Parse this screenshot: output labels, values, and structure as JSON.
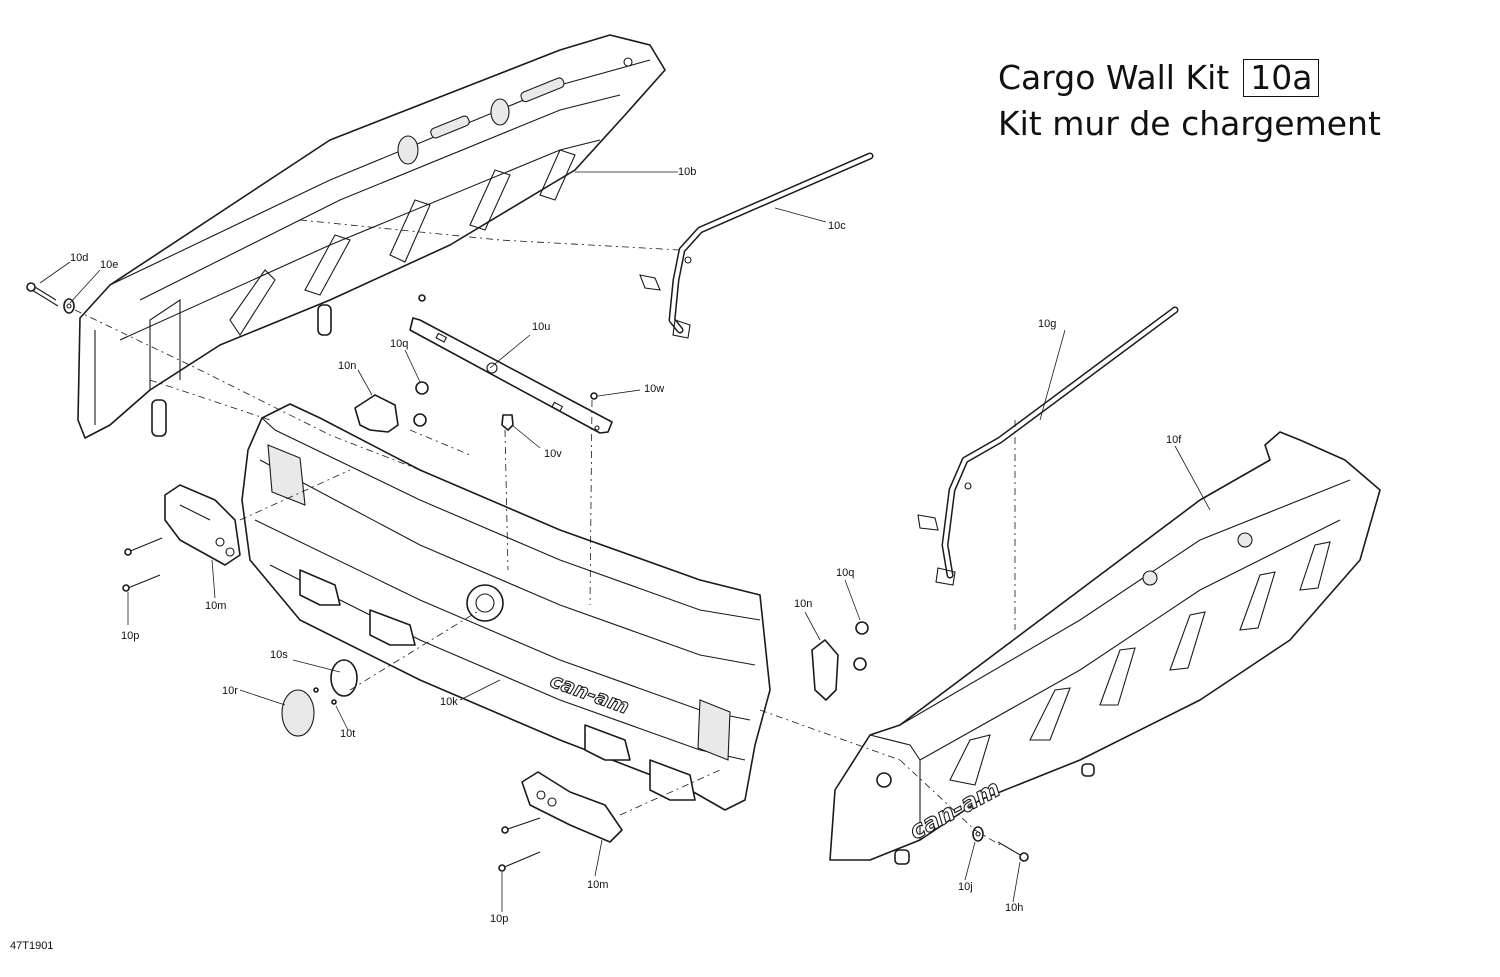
{
  "title": {
    "line1": "Cargo Wall Kit",
    "kit_ref": "10a",
    "line2": "Kit mur de chargement"
  },
  "brand_marking": "can-am",
  "document_code": "47T1901",
  "callouts": [
    {
      "id": "10b",
      "label": "10b"
    },
    {
      "id": "10c",
      "label": "10c"
    },
    {
      "id": "10d",
      "label": "10d"
    },
    {
      "id": "10e",
      "label": "10e"
    },
    {
      "id": "10u",
      "label": "10u"
    },
    {
      "id": "10q-left",
      "label": "10q"
    },
    {
      "id": "10n-left",
      "label": "10n"
    },
    {
      "id": "10w",
      "label": "10w"
    },
    {
      "id": "10v",
      "label": "10v"
    },
    {
      "id": "10g",
      "label": "10g"
    },
    {
      "id": "10f",
      "label": "10f"
    },
    {
      "id": "10m-left",
      "label": "10m"
    },
    {
      "id": "10p-left",
      "label": "10p"
    },
    {
      "id": "10q-right",
      "label": "10q"
    },
    {
      "id": "10n-right",
      "label": "10n"
    },
    {
      "id": "10s",
      "label": "10s"
    },
    {
      "id": "10r",
      "label": "10r"
    },
    {
      "id": "10t",
      "label": "10t"
    },
    {
      "id": "10k",
      "label": "10k"
    },
    {
      "id": "10m-bottom",
      "label": "10m"
    },
    {
      "id": "10p-bottom",
      "label": "10p"
    },
    {
      "id": "10j",
      "label": "10j"
    },
    {
      "id": "10h",
      "label": "10h"
    }
  ]
}
